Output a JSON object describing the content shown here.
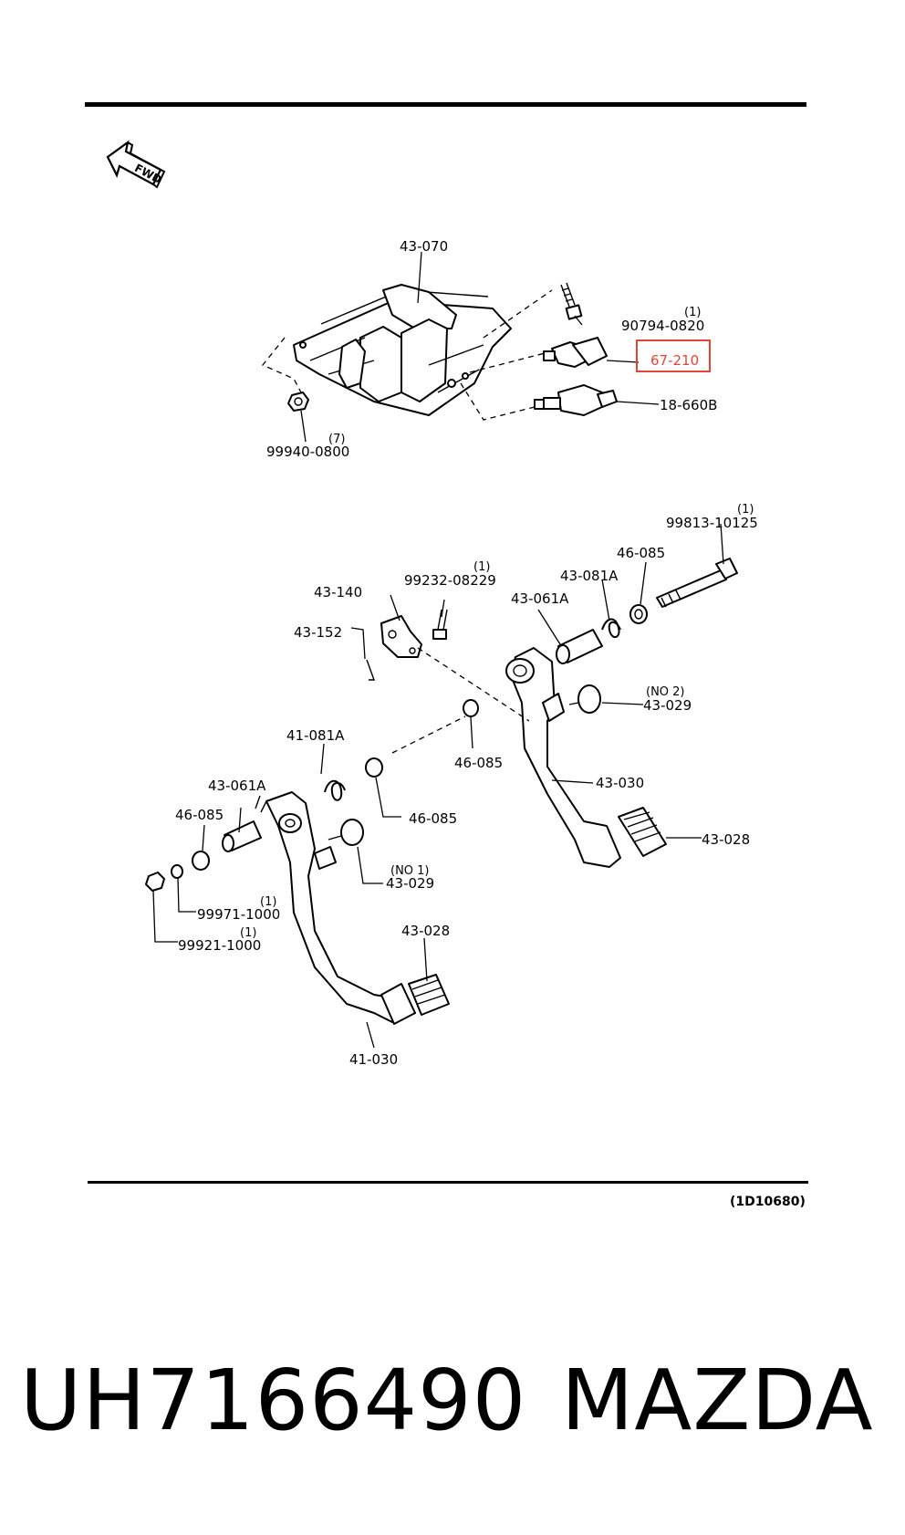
{
  "diagram": {
    "fwd_label": "FWD",
    "reference_code": "(1D10680)",
    "highlighted_part": "67-210",
    "highlight_color": "#e0453a",
    "labels": {
      "p43_070": "43-070",
      "p90794": "90794-0820",
      "p90794_qty": "(1)",
      "p67_210": "67-210",
      "p18_660b": "18-660B",
      "p99940": "99940-0800",
      "p99940_qty": "(7)",
      "p99813": "99813-10125",
      "p99813_qty": "(1)",
      "p46_085_a": "46-085",
      "p43_081a_a": "43-081A",
      "p43_061a_a": "43-061A",
      "p43_140": "43-140",
      "p99232": "99232-08229",
      "p99232_qty": "(1)",
      "p43_152": "43-152",
      "p43_029_no2_qty": "(NO 2)",
      "p43_029_no2": "43-029",
      "p41_081a": "41-081A",
      "p46_085_b": "46-085",
      "p43_030": "43-030",
      "p43_061a_b": "43-061A",
      "p46_085_c": "46-085",
      "p46_085_d": "46-085",
      "p43_028_a": "43-028",
      "p43_029_no1_qty": "(NO 1)",
      "p43_029_no1": "43-029",
      "p99971": "99971-1000",
      "p99971_qty": "(1)",
      "p99921": "99921-1000",
      "p99921_qty": "(1)",
      "p43_028_b": "43-028",
      "p41_030": "41-030"
    }
  },
  "footer": {
    "part_number": "UH7166490",
    "brand": "MAZDA"
  }
}
